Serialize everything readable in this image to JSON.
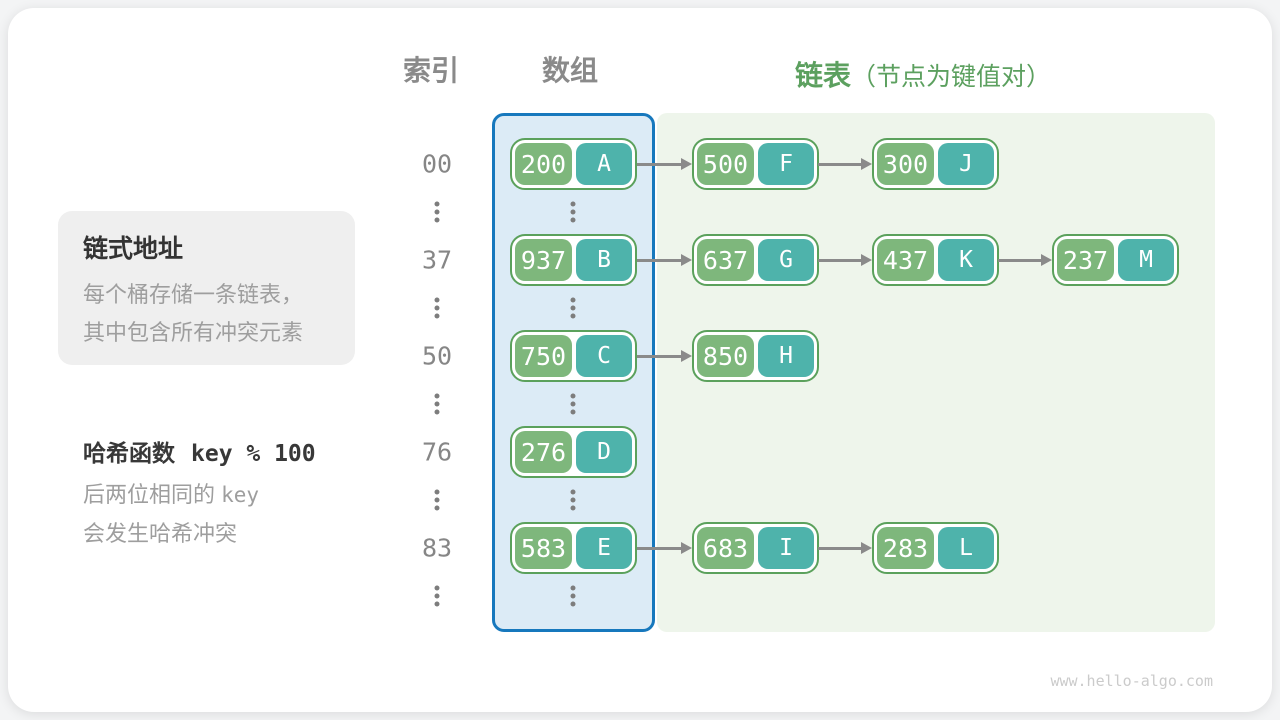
{
  "header": {
    "index_col": "索引",
    "array_col": "数组",
    "list_col": "链表",
    "list_note": "（节点为键值对）"
  },
  "info_box": {
    "title": "链式地址",
    "lines": [
      "每个桶存储一条链表，",
      "其中包含所有冲突元素"
    ]
  },
  "hash_note": {
    "title": "哈希函数",
    "formula": "key % 100",
    "line1_text": "后两位相同的",
    "line1_code": "key",
    "line2": "会发生哈希冲突"
  },
  "watermark": "www.hello-algo.com",
  "colors": {
    "key_cell": "#7eb77c",
    "value_cell": "#4eb3ab",
    "node_border": "#5ba15c",
    "array_bg": "#dcebf6",
    "array_border": "#1778bd",
    "list_bg": "#eef5eb",
    "accent_green": "#5ca05f",
    "arrow": "#8a8a8a",
    "text_dark": "#383838",
    "text_gray": "#9e9e9e",
    "index_gray": "#868686",
    "box_bg": "#efefef",
    "watermark": "#cbcbcb"
  },
  "rows": [
    {
      "index": "00",
      "bucket": {
        "key": "200",
        "value": "A"
      },
      "chain": [
        {
          "key": "500",
          "value": "F"
        },
        {
          "key": "300",
          "value": "J"
        }
      ]
    },
    {
      "index": "37",
      "bucket": {
        "key": "937",
        "value": "B"
      },
      "chain": [
        {
          "key": "637",
          "value": "G"
        },
        {
          "key": "437",
          "value": "K"
        },
        {
          "key": "237",
          "value": "M"
        }
      ]
    },
    {
      "index": "50",
      "bucket": {
        "key": "750",
        "value": "C"
      },
      "chain": [
        {
          "key": "850",
          "value": "H"
        }
      ]
    },
    {
      "index": "76",
      "bucket": {
        "key": "276",
        "value": "D"
      },
      "chain": []
    },
    {
      "index": "83",
      "bucket": {
        "key": "583",
        "value": "E"
      },
      "chain": [
        {
          "key": "683",
          "value": "I"
        },
        {
          "key": "283",
          "value": "L"
        }
      ]
    }
  ]
}
